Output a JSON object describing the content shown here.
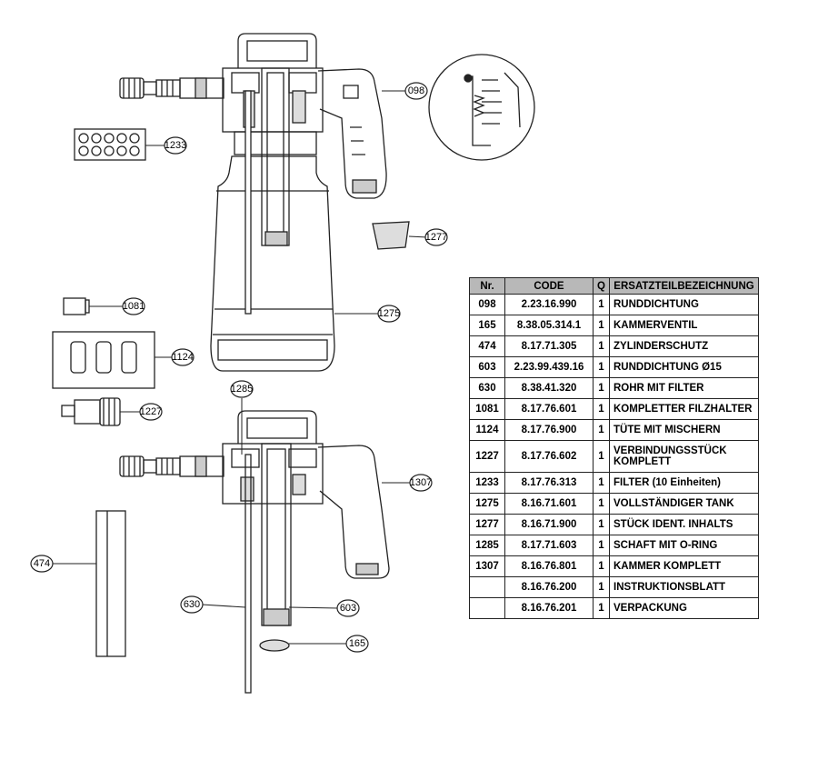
{
  "callouts": {
    "c098": "098",
    "c1233": "1233",
    "c1277": "1277",
    "c1275": "1275",
    "c1081": "1081",
    "c1124": "1124",
    "c1227": "1227",
    "c1285": "1285",
    "c1307": "1307",
    "c474": "474",
    "c630": "630",
    "c603": "603",
    "c165": "165"
  },
  "table": {
    "headers": [
      "Nr.",
      "CODE",
      "Q",
      "ERSATZTEILBEZEICHNUNG"
    ],
    "rows": [
      {
        "nr": "098",
        "code": "2.23.16.990",
        "q": "1",
        "name": "RUNDDICHTUNG"
      },
      {
        "nr": "165",
        "code": "8.38.05.314.1",
        "q": "1",
        "name": "KAMMERVENTIL"
      },
      {
        "nr": "474",
        "code": "8.17.71.305",
        "q": "1",
        "name": "ZYLINDERSCHUTZ"
      },
      {
        "nr": "603",
        "code": "2.23.99.439.16",
        "q": "1",
        "name": "RUNDDICHTUNG Ø15"
      },
      {
        "nr": "630",
        "code": "8.38.41.320",
        "q": "1",
        "name": "ROHR MIT FILTER"
      },
      {
        "nr": "1081",
        "code": "8.17.76.601",
        "q": "1",
        "name": "KOMPLETTER FILZHALTER"
      },
      {
        "nr": "1124",
        "code": "8.17.76.900",
        "q": "1",
        "name": "TÜTE MIT MISCHERN"
      },
      {
        "nr": "1227",
        "code": "8.17.76.602",
        "q": "1",
        "name": "VERBINDUNGSSTÜCK\nKOMPLETT"
      },
      {
        "nr": "1233",
        "code": "8.17.76.313",
        "q": "1",
        "name": "FILTER (10 Einheiten)"
      },
      {
        "nr": "1275",
        "code": "8.16.71.601",
        "q": "1",
        "name": "VOLLSTÄNDIGER TANK"
      },
      {
        "nr": "1277",
        "code": "8.16.71.900",
        "q": "1",
        "name": "STÜCK IDENT. INHALTS"
      },
      {
        "nr": "1285",
        "code": "8.17.71.603",
        "q": "1",
        "name": "SCHAFT MIT O-RING"
      },
      {
        "nr": "1307",
        "code": "8.16.76.801",
        "q": "1",
        "name": "KAMMER KOMPLETT"
      },
      {
        "nr": "",
        "code": "8.16.76.200",
        "q": "1",
        "name": "INSTRUKTIONSBLATT"
      },
      {
        "nr": "",
        "code": "8.16.76.201",
        "q": "1",
        "name": "VERPACKUNG"
      }
    ]
  }
}
